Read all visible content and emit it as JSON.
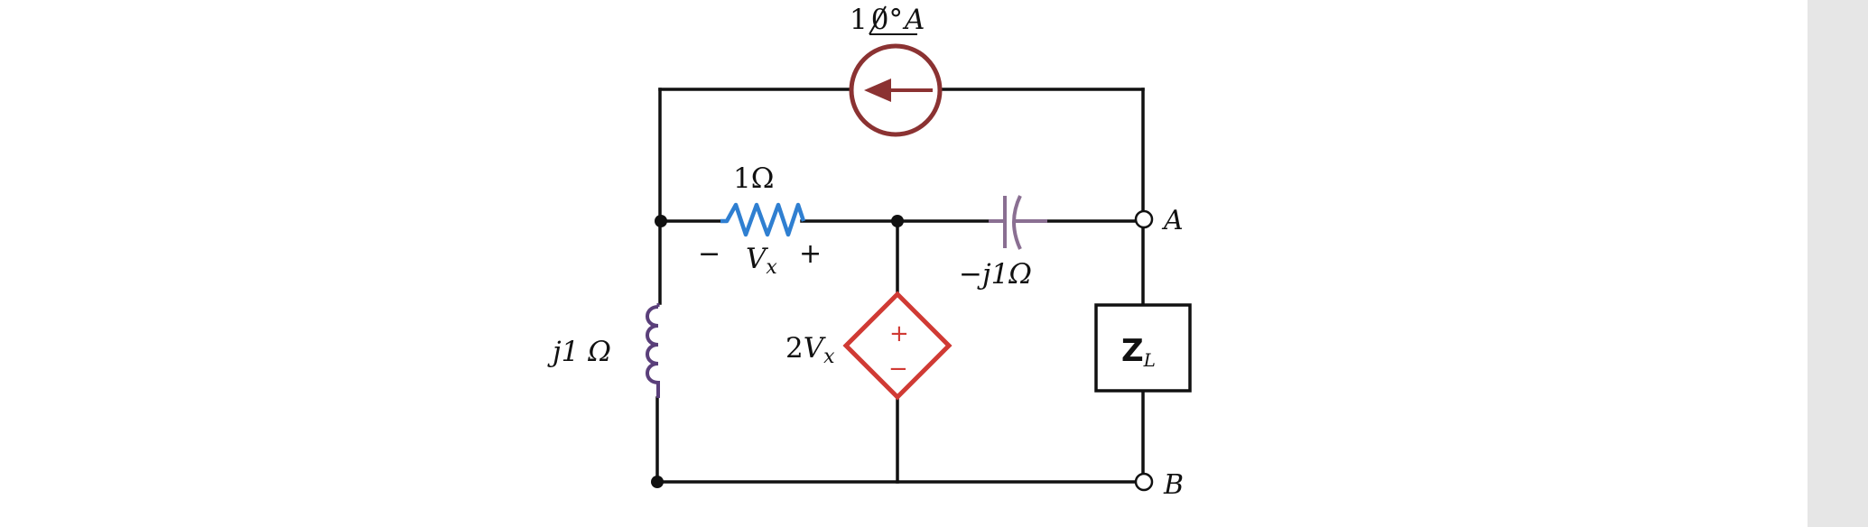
{
  "circuit": {
    "current_source": {
      "magnitude": "1",
      "angle": "0°",
      "unit": "A"
    },
    "resistor": {
      "value": "1Ω"
    },
    "vx": {
      "minus": "−",
      "label": "V",
      "subscript": "x",
      "plus": "+"
    },
    "capacitor": {
      "value": "−j1Ω"
    },
    "inductor": {
      "value": "j1 Ω"
    },
    "dependent_source": {
      "gain": "2",
      "label": "V",
      "subscript": "x",
      "plus": "+",
      "minus": "−"
    },
    "load": {
      "main": "Z",
      "subscript": "L"
    },
    "terminals": {
      "a": "A",
      "b": "B"
    }
  },
  "colors": {
    "wire": "#111111",
    "current_source": "#8b3232",
    "resistor": "#2f7fd1",
    "capacitor": "#8a6f92",
    "inductor": "#5a3f7a",
    "dependent_source": "#d03a34",
    "background": "#ffffff",
    "scrollbar": "#e6e6e6"
  }
}
